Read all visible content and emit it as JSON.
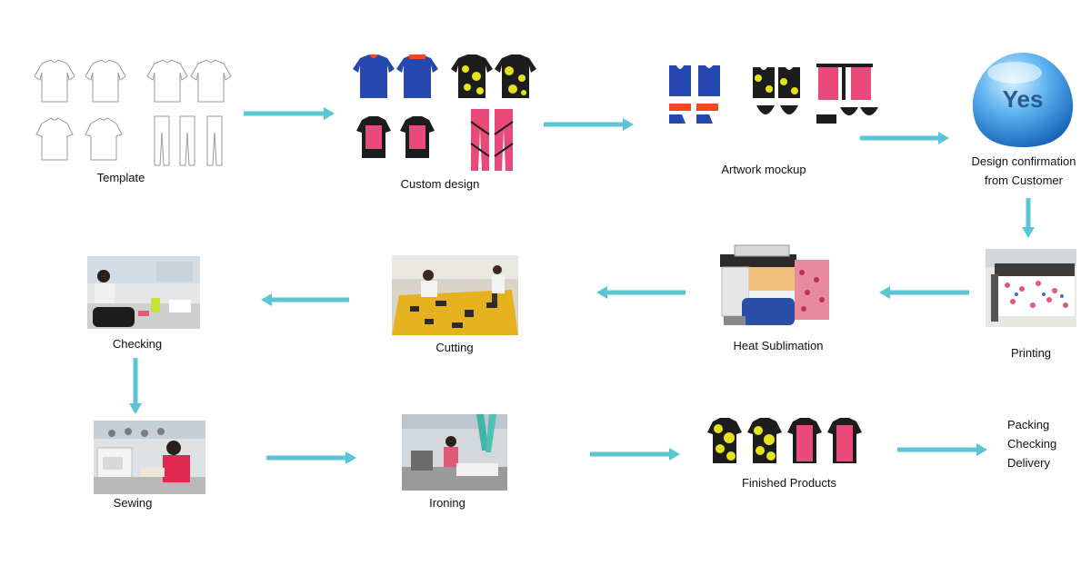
{
  "colors": {
    "arrow": "#5bc5d4",
    "jersey_blue": "#2747b0",
    "jersey_orange": "#f04a1c",
    "camo_yellow": "#e6e21c",
    "pink": "#e84b7a",
    "dark": "#1d1d1d",
    "badge_blue": "#2f90e0"
  },
  "steps": {
    "template": "Template",
    "custom_design": "Custom design",
    "artwork_mockup": "Artwork mockup",
    "design_confirmation": [
      "Design confirmation",
      "from Customer"
    ],
    "printing": "Printing",
    "heat_sublimation": "Heat Sublimation",
    "cutting": "Cutting",
    "checking": "Checking",
    "sewing": "Sewing",
    "ironing": "Ironing",
    "finished_products": "Finished Products",
    "packing_lines": [
      "Packing",
      "Checking",
      "Delivery"
    ]
  },
  "badge": {
    "text": "Yes"
  },
  "icons": {
    "template": "garment-outline-icons",
    "custom_design": "custom-jersey-designs",
    "artwork_mockup": "garment-pattern-pieces",
    "yes_badge": "yes-badge-icon",
    "printing": "printer-photo",
    "heat_sublimation": "sublimation-machine-illustration",
    "cutting": "cutting-photo",
    "checking": "checking-photo",
    "sewing": "sewing-photo",
    "ironing": "ironing-photo",
    "finished_products": "finished-jerseys",
    "arrow": "arrow-icon"
  }
}
